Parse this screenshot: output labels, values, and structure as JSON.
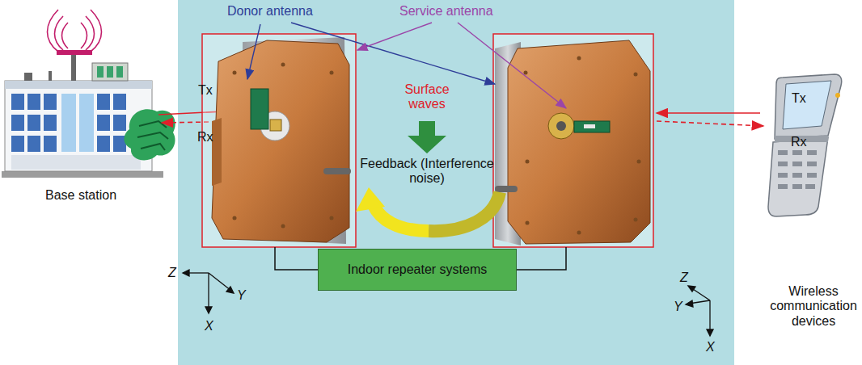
{
  "diagram": {
    "nodes": [
      {
        "text": [
          "Indoor repeater systems"
        ]
      }
    ],
    "labels": [
      "Donor antenna",
      "Service antenna",
      "Tx",
      "Rx",
      "Base station",
      "Surface waves",
      "Feedback (Interference noise)",
      "Z",
      "Y",
      "X",
      "Z",
      "Y",
      "X",
      "Tx",
      "Rx",
      "Wireless communication devices"
    ]
  }
}
